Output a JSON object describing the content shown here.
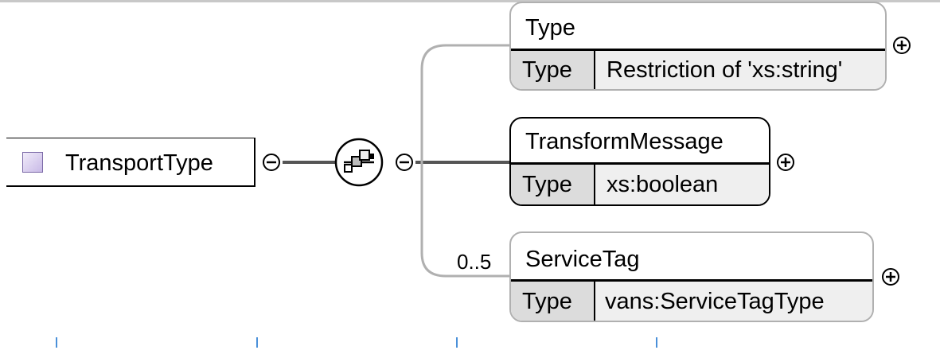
{
  "diagram": {
    "root": {
      "name": "TransportType",
      "swatch_color": "#c8b9e6"
    },
    "compositor": {
      "kind": "sequence",
      "icon": "sequence-compositor-icon"
    },
    "children": [
      {
        "name": "Type",
        "type_key": "Type",
        "type_value": "Restriction of 'xs:string'",
        "optional": false,
        "occurrence": ""
      },
      {
        "name": "TransformMessage",
        "type_key": "Type",
        "type_value": "xs:boolean",
        "optional": false,
        "occurrence": ""
      },
      {
        "name": "ServiceTag",
        "type_key": "Type",
        "type_value": "vans:ServiceTagType",
        "optional": false,
        "occurrence": "0..5"
      }
    ]
  },
  "colors": {
    "line_dark": "#555555",
    "line_light": "#b0b0b0",
    "type_key_bg": "#dcdcdc",
    "tick": "#4a90d9"
  }
}
